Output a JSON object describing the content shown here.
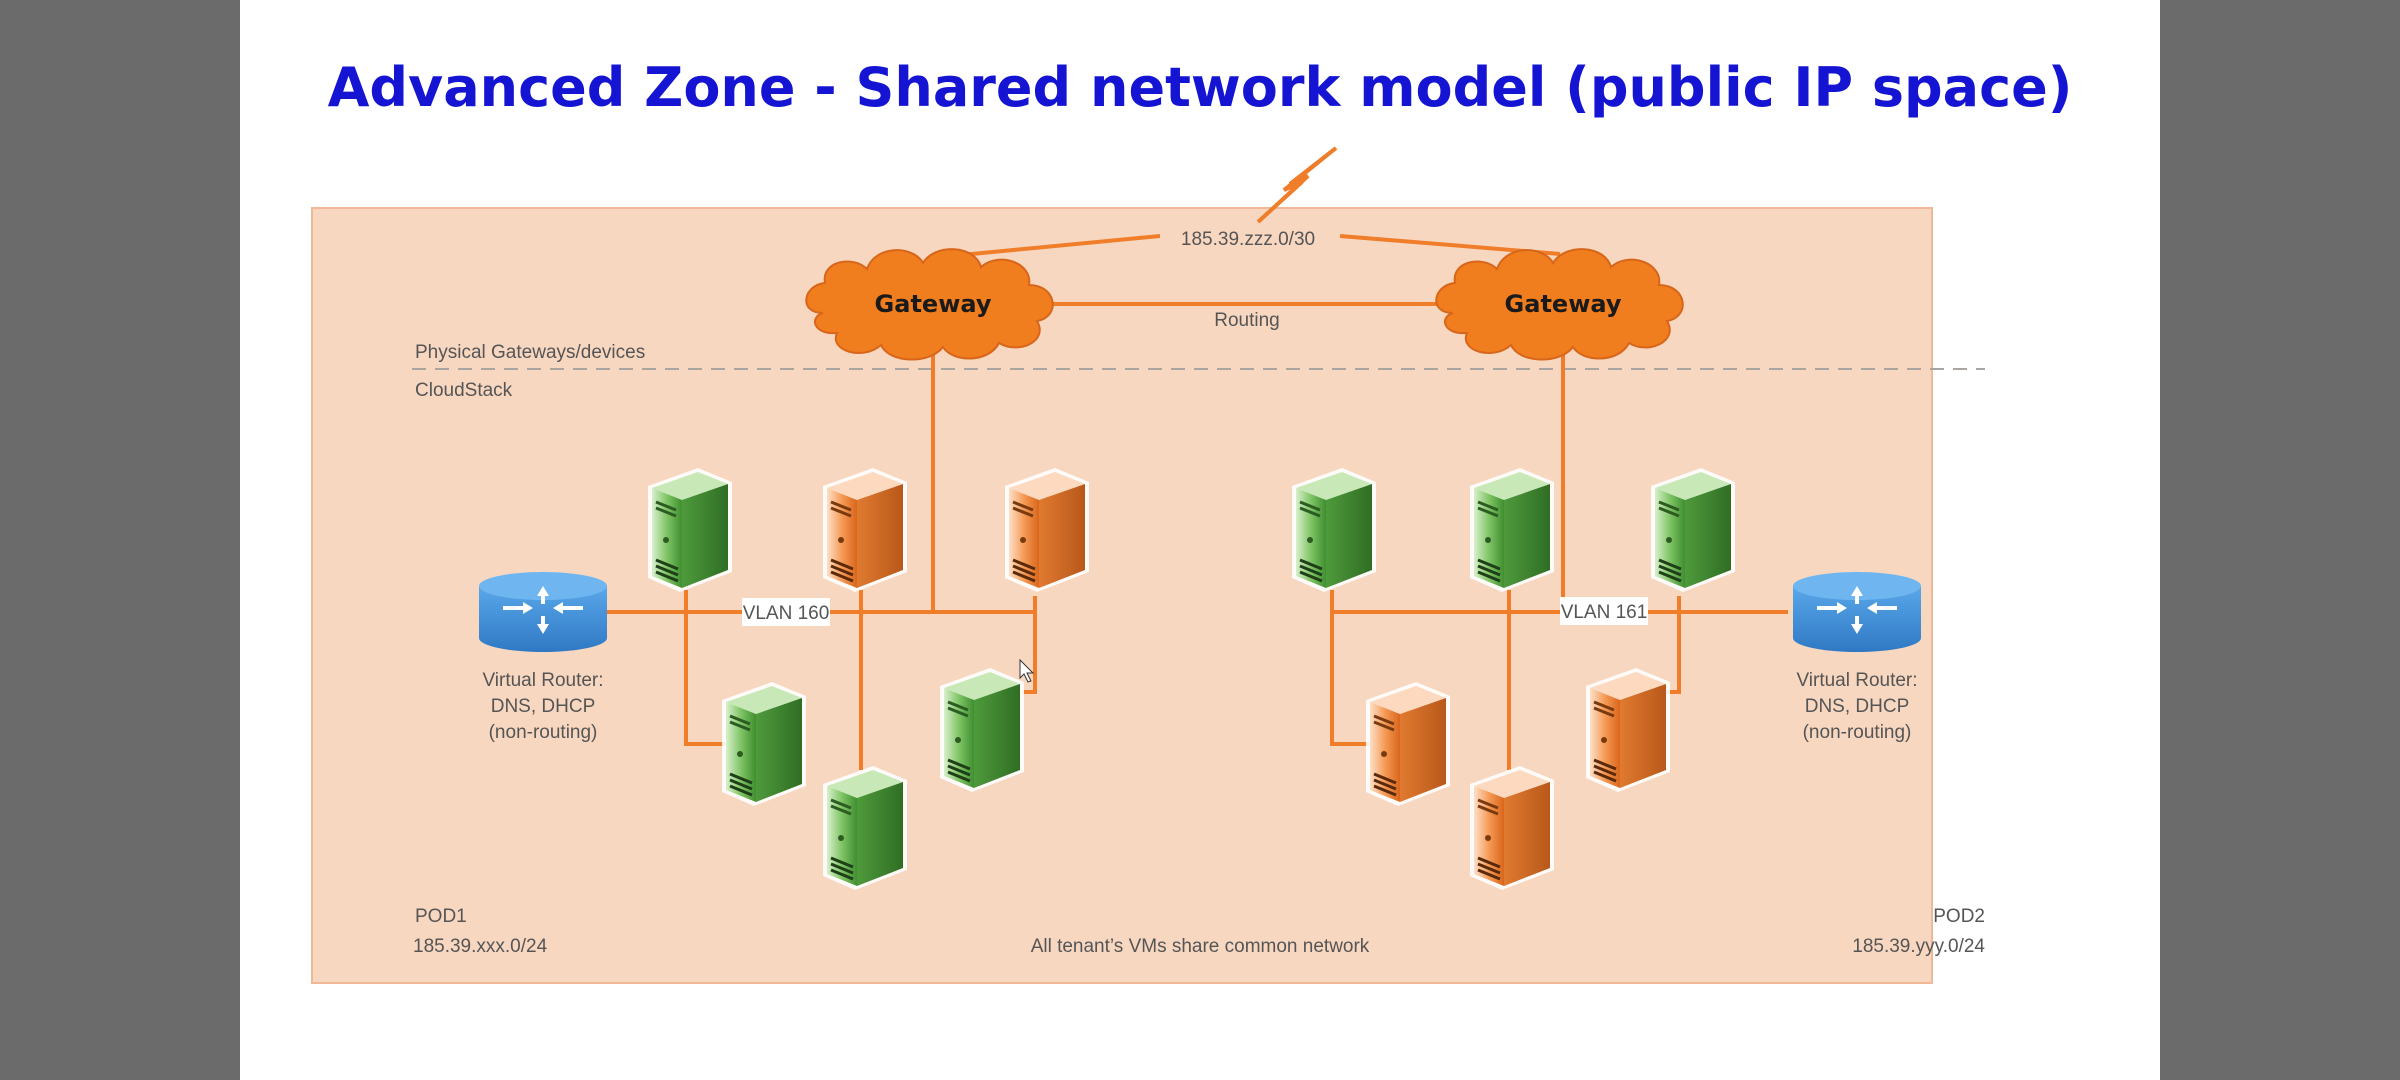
{
  "slide": {
    "title": "Advanced Zone - Shared network model (public IP space)"
  },
  "layers": {
    "physical": "Physical Gateways/devices",
    "cloudstack": "CloudStack"
  },
  "uplink": {
    "subnet": "185.39.zzz.0/30"
  },
  "gateways": [
    {
      "label": "Gateway"
    },
    {
      "label": "Gateway"
    }
  ],
  "routing_label": "Routing",
  "vlans": [
    {
      "label": "VLAN 160"
    },
    {
      "label": "VLAN 161"
    }
  ],
  "virtual_routers": [
    {
      "line1": "Virtual Router:",
      "line2": "DNS, DHCP",
      "line3": "(non-routing)"
    },
    {
      "line1": "Virtual Router:",
      "line2": "DNS, DHCP",
      "line3": "(non-routing)"
    }
  ],
  "pods": [
    {
      "name": "POD1",
      "subnet": "185.39.xxx.0/24"
    },
    {
      "name": "POD2",
      "subnet": "185.39.yyy.0/24"
    }
  ],
  "footer_note": "All tenant’s VMs share common network",
  "colors": {
    "title": "#1414d2",
    "panel": "#f8d7c1",
    "panel_border": "#f0b896",
    "link": "#ef7d2a",
    "cloud": "#f07d1e",
    "router": "#3f8fd8",
    "server_green": "#6cba52",
    "server_orange": "#f08a3c"
  },
  "icons": [
    "lightning-icon",
    "cloud-icon",
    "router-icon",
    "server-icon"
  ]
}
